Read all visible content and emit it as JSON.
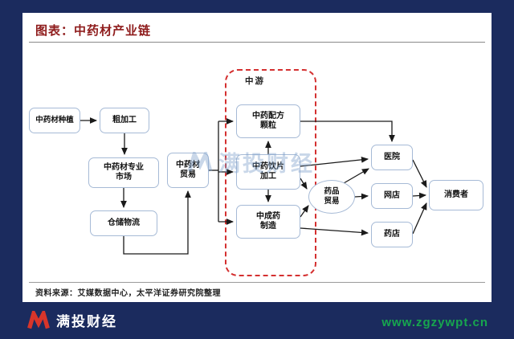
{
  "page": {
    "title": "图表：中药材产业链",
    "source_note": "资料来源：艾媒数据中心，太平洋证券研究院整理",
    "watermark": "满投财经"
  },
  "diagram": {
    "midstream_label": "中游",
    "nodes": {
      "planting": "中药材种植",
      "rough_processing": "粗加工",
      "market": "中药材专业\n市场",
      "warehouse": "仓储物流",
      "trade": "中药材\n贸易",
      "granules": "中药配方\n颗粒",
      "decoction": "中药饮片\n加工",
      "patent_medicine": "中成药\n制造",
      "drug_trade": "药品\n贸易",
      "hospital": "医院",
      "online_store": "网店",
      "pharmacy": "药店",
      "consumer": "消费者"
    }
  },
  "footer": {
    "brand": "满投财经",
    "url": "www.zgzywpt.cn"
  },
  "colors": {
    "background_navy": "#1b2b5e",
    "title_red": "#8e1b1b",
    "node_border_blue": "#a6bad6",
    "dashed_red": "#d43030",
    "url_green": "#17a64e",
    "logo_red": "#d8352a",
    "watermark_blue": "#7fa2cc"
  }
}
